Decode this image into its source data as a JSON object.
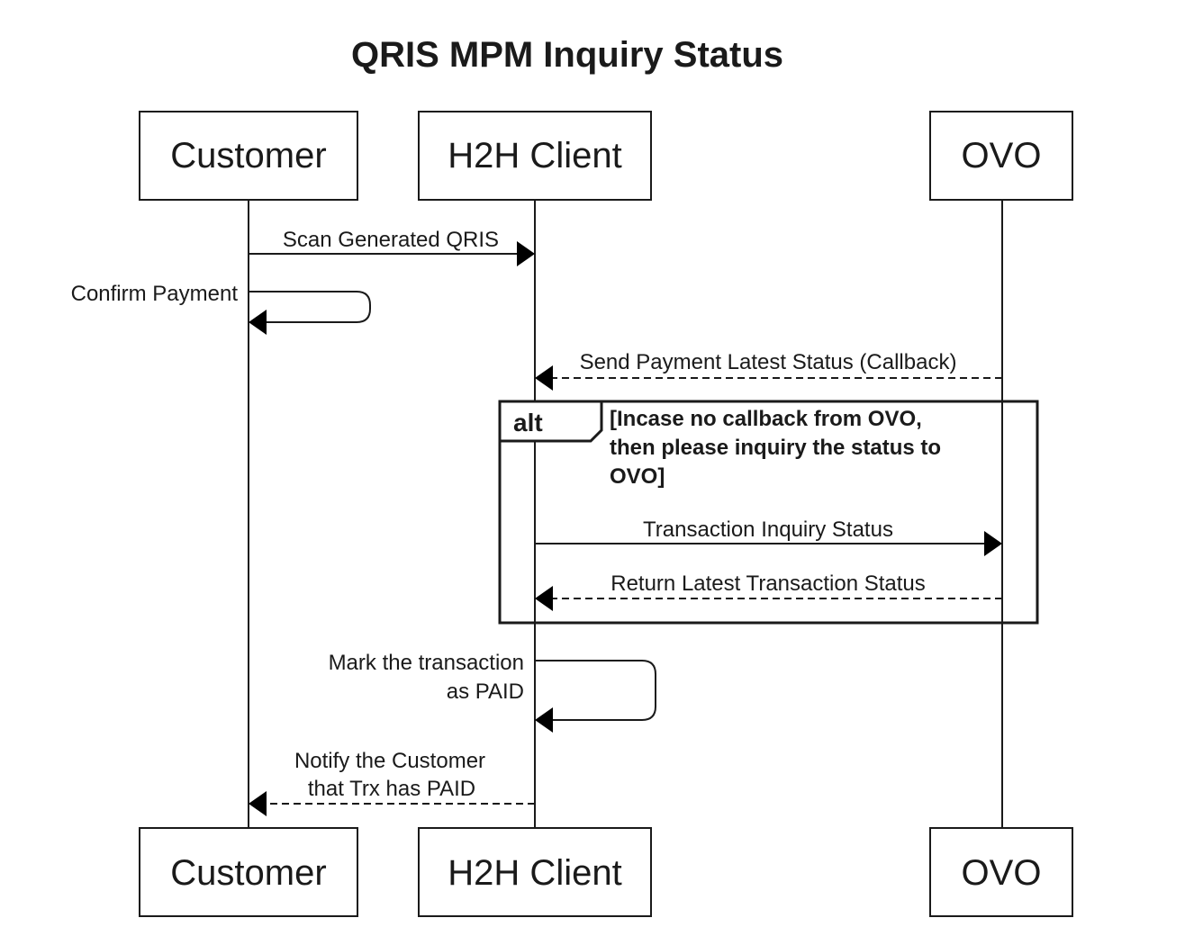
{
  "title": "QRIS MPM Inquiry Status",
  "participants": [
    "Customer",
    "H2H Client",
    "OVO"
  ],
  "messages": [
    {
      "from": "Customer",
      "to": "H2H Client",
      "style": "solid",
      "label": [
        "Scan Generated QRIS"
      ]
    },
    {
      "from": "Customer",
      "to": "Customer",
      "style": "solid",
      "label": [
        "Confirm Payment"
      ]
    },
    {
      "from": "OVO",
      "to": "H2H Client",
      "style": "dashed",
      "label": [
        "Send Payment Latest Status (Callback)"
      ]
    },
    {
      "from": "H2H Client",
      "to": "OVO",
      "style": "solid",
      "label": [
        "Transaction Inquiry Status"
      ]
    },
    {
      "from": "OVO",
      "to": "H2H Client",
      "style": "dashed",
      "label": [
        "Return Latest Transaction Status"
      ]
    },
    {
      "from": "H2H Client",
      "to": "H2H Client",
      "style": "solid",
      "label": [
        "Mark the transaction",
        "as PAID"
      ]
    },
    {
      "from": "H2H Client",
      "to": "Customer",
      "style": "dashed",
      "label": [
        "Notify the Customer",
        "that Trx has PAID"
      ]
    }
  ],
  "fragment": {
    "type": "alt",
    "condition": [
      "[Incase no callback from OVO,",
      "then please inquiry the status to",
      "OVO]"
    ]
  }
}
